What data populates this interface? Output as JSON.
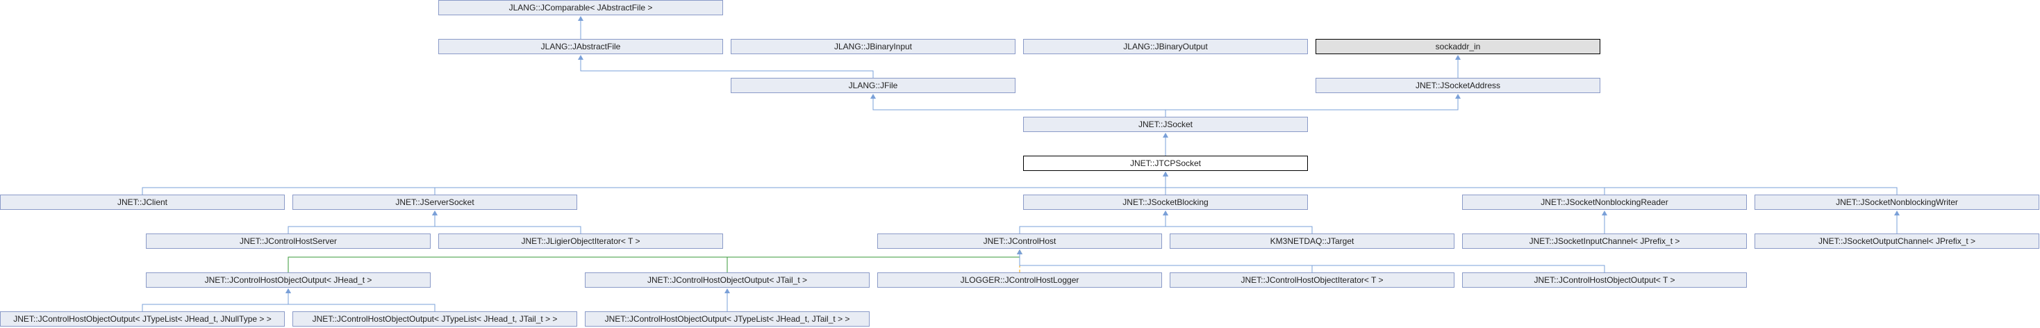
{
  "nodes": {
    "jcomparable": "JLANG::JComparable< JAbstractFile >",
    "jabstractfile": "JLANG::JAbstractFile",
    "jbinaryinput": "JLANG::JBinaryInput",
    "jbinaryoutput": "JLANG::JBinaryOutput",
    "sockaddr_in": "sockaddr_in",
    "jfile": "JLANG::JFile",
    "jsocketaddress": "JNET::JSocketAddress",
    "jsocket": "JNET::JSocket",
    "jtcpsocket": "JNET::JTCPSocket",
    "jclient": "JNET::JClient",
    "jserversocket": "JNET::JServerSocket",
    "jsocketblocking": "JNET::JSocketBlocking",
    "jsocketnonblockingreader": "JNET::JSocketNonblockingReader",
    "jsocketnonblockingwriter": "JNET::JSocketNonblockingWriter",
    "jcontrolhostserver": "JNET::JControlHostServer",
    "jligierobjectiterator": "JNET::JLigierObjectIterator< T >",
    "jcontrolhost": "JNET::JControlHost",
    "jtarget": "KM3NETDAQ::JTarget",
    "jsocketinputchannel": "JNET::JSocketInputChannel< JPrefix_t >",
    "jsocketoutputchannel": "JNET::JSocketOutputChannel< JPrefix_t >",
    "jcho_jhead": "JNET::JControlHostObjectOutput< JHead_t >",
    "jcho_jtail": "JNET::JControlHostObjectOutput< JTail_t >",
    "jcontrolhostlogger": "JLOGGER::JControlHostLogger",
    "jcontrolhostobjectiterator": "JNET::JControlHostObjectIterator< T >",
    "jcho_t": "JNET::JControlHostObjectOutput< T >",
    "jcho_typelist_nulltype": "JNET::JControlHostObjectOutput< JTypeList< JHead_t, JNullType > >",
    "jcho_typelist_jtail_a": "JNET::JControlHostObjectOutput< JTypeList< JHead_t, JTail_t > >",
    "jcho_typelist_jtail_b": "JNET::JControlHostObjectOutput< JTypeList< JHead_t, JTail_t > >"
  },
  "colors": {
    "node_fill": "#e8ecf4",
    "node_border": "#8a9ac8",
    "current_fill": "#ffffff",
    "external_fill": "#e0e0e0",
    "edge_public": "#7aa0d8",
    "edge_template": "#f0a000",
    "edge_protected": "#3a9a3a"
  }
}
